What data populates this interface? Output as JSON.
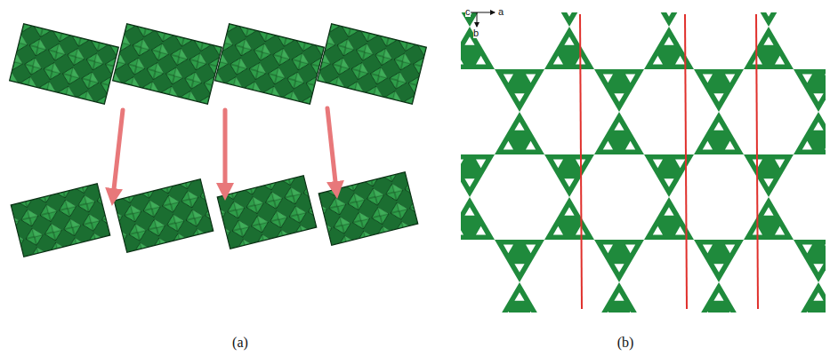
{
  "diagram": {
    "labels": [
      "c",
      "a",
      "b",
      "(a)",
      "(b)"
    ]
  }
}
